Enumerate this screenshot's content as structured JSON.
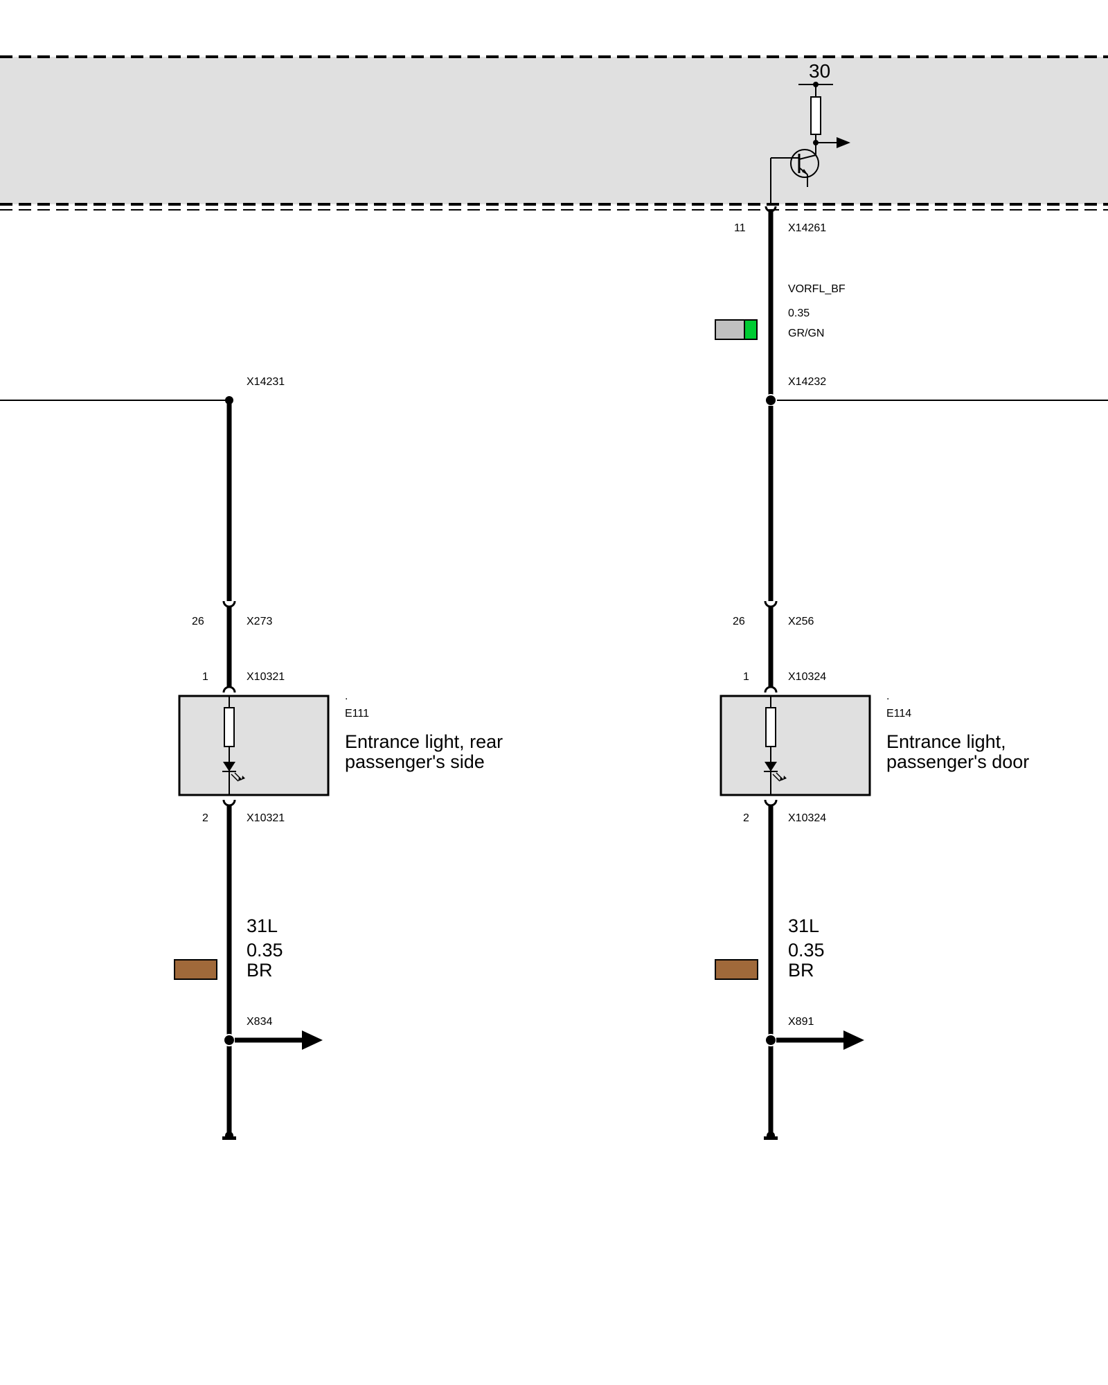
{
  "colors": {
    "module_fill": "#e0e0e0",
    "wire_gray": "#c0c0c0",
    "wire_green": "#00cc33",
    "wire_brown": "#a0693a"
  },
  "module": {
    "terminal": "30"
  },
  "top": {
    "pin": "11",
    "connector": "X14261",
    "signal": "VORFL_BF",
    "gauge": "0.35",
    "color_code": "GR/GN"
  },
  "left": {
    "splice": "X14231",
    "plug_pin": "26",
    "plug_connector": "X273",
    "comp_pin_in": "1",
    "comp_connector_in": "X10321",
    "comp_dot": ".",
    "comp_id": "E111",
    "comp_name_line1": "Entrance light, rear",
    "comp_name_line2": "passenger's side",
    "comp_pin_out": "2",
    "comp_connector_out": "X10321",
    "ground_signal": "31L",
    "ground_gauge": "0.35",
    "ground_color": "BR",
    "ground_splice": "X834"
  },
  "right": {
    "splice": "X14232",
    "plug_pin": "26",
    "plug_connector": "X256",
    "comp_pin_in": "1",
    "comp_connector_in": "X10324",
    "comp_dot": ".",
    "comp_id": "E114",
    "comp_name_line1": "Entrance light,",
    "comp_name_line2": "passenger's door",
    "comp_pin_out": "2",
    "comp_connector_out": "X10324",
    "ground_signal": "31L",
    "ground_gauge": "0.35",
    "ground_color": "BR",
    "ground_splice": "X891"
  }
}
